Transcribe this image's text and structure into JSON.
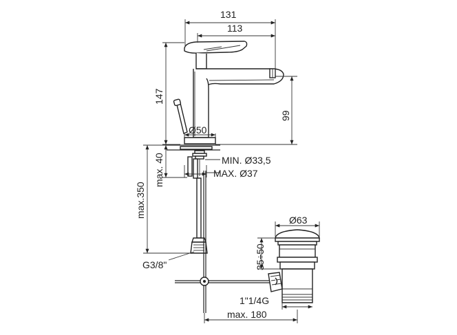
{
  "drawing": {
    "dimensions": {
      "overall_width": "131",
      "spout_reach": "113",
      "overall_height": "147",
      "spout_height": "99",
      "base_diameter": "Ø50",
      "hole_min": "MIN. Ø33,5",
      "hole_max": "MAX. Ø37",
      "deck_thickness": "max. 40",
      "hose_length": "max.350",
      "hose_connection": "G3/8\"",
      "waste_diameter": "Ø63",
      "waste_height": "35÷50",
      "waste_thread": "1\"1/4G",
      "pop_up_reach": "max. 180"
    }
  }
}
